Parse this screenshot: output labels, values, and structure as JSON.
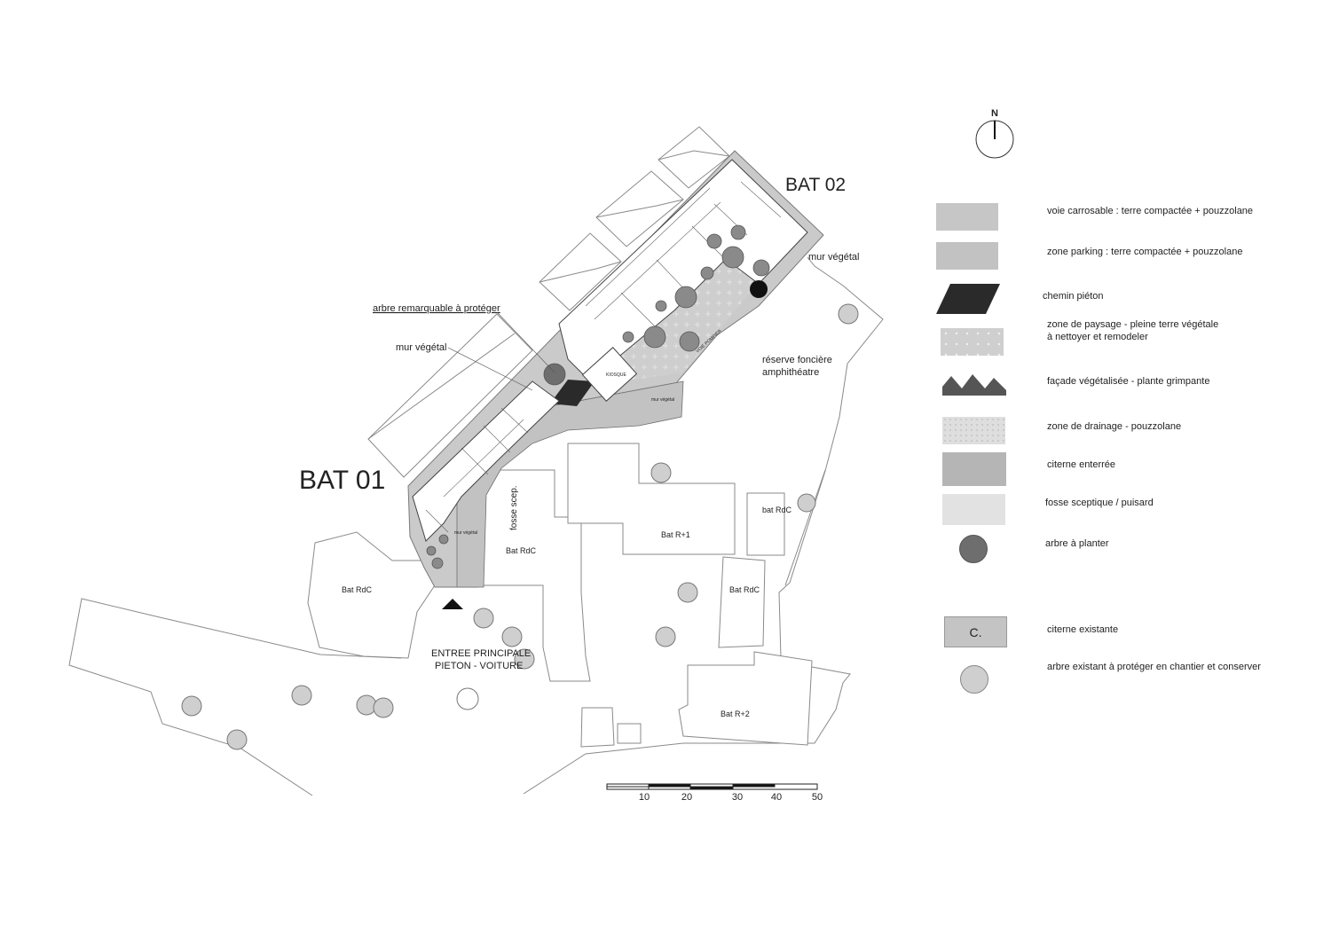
{
  "compass": {
    "label": "N"
  },
  "buildings": {
    "bat01": "BAT 01",
    "bat02": "BAT 02"
  },
  "labels": {
    "mur_vegetal_top": "mur végétal",
    "mur_vegetal_left": "mur végétal",
    "mur_vegetal_small_bottom": "mur végétal",
    "mur_vegetal_small_mid": "mur végétal",
    "arbre_remarquable": "arbre remarquable  à protéger",
    "reserve_line1": "réserve foncière",
    "reserve_line2": "amphithéatre",
    "kiosque": "KIOSQUE",
    "voie_pompier": "VOIE POMPIER",
    "fosse_scep": "fosse scep.",
    "entree_line1": "ENTREE PRINCIPALE",
    "entree_line2": "PIETON - VOITURE",
    "bat_rdc_left": "Bat RdC",
    "bat_rdc_center": "Bat RdC",
    "bat_r1": "Bat R+1",
    "bat_rdc_right_top": "bat RdC",
    "bat_rdc_right": "Bat RdC",
    "bat_r2": "Bat R+2"
  },
  "scale_bar": {
    "ticks": [
      "10",
      "20",
      "30",
      "40",
      "50"
    ]
  },
  "legend": [
    {
      "label": "voie carrosable : terre compactée + pouzzolane",
      "color": "#c6c6c6"
    },
    {
      "label": "zone parking : terre compactée + pouzzolane",
      "color": "#c2c2c2"
    },
    {
      "label": "chemin piéton",
      "color": "#2a2a2a"
    },
    {
      "label": "zone de paysage - pleine terre végétale\nà nettoyer et remodeler",
      "color": "#cfcfcf"
    },
    {
      "label": "façade végétalisée - plante grimpante",
      "color": "#555555"
    },
    {
      "label": "zone de drainage  - pouzzolane",
      "color": "#dedede"
    },
    {
      "label": "citerne enterrée",
      "color": "#b5b5b5"
    },
    {
      "label": "fosse sceptique / puisard",
      "color": "#e2e2e2"
    },
    {
      "label": "arbre à planter",
      "color": "#6e6e6e"
    },
    {
      "label": "citerne existante",
      "color": "#c4c4c4",
      "symbol": "C."
    },
    {
      "label": "arbre existant à protéger en chantier et conserver",
      "color": "#cfcfcf"
    }
  ]
}
